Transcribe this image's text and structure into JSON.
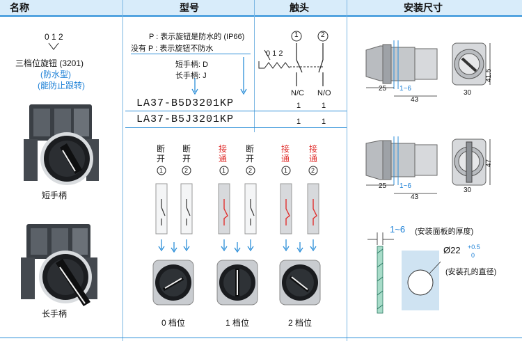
{
  "header": {
    "col_name": "名称",
    "col_model": "型号",
    "col_contact": "触头",
    "col_dims": "安装尺寸"
  },
  "name_col": {
    "positions_label": "0 1 2",
    "product_title": "三档位旋钮 (3201)",
    "waterproof": "(防水型)",
    "anti_tracking": "(能防止跟转)",
    "short_handle_label": "短手柄",
    "long_handle_label": "长手柄"
  },
  "model_col": {
    "legend_p": "P : 表示旋钮是防水的 (IP66)",
    "legend_no_p": "没有 P : 表示旋钮不防水",
    "short_handle_code": "短手柄: D",
    "long_handle_code": "长手柄: J",
    "model_1": "LA37-B5D3201KP",
    "model_2": "LA37-B5J3201KP"
  },
  "contact_col": {
    "contact_1": "1",
    "contact_2": "2",
    "positions": "0 1 2",
    "nc_label": "N/C",
    "no_label": "N/O",
    "model_1_nc": "1",
    "model_1_no": "1",
    "model_2_nc": "1",
    "model_2_no": "1"
  },
  "states": {
    "off": "断开",
    "on": "接通",
    "pos_0": "0 档位",
    "pos_1": "1 档位",
    "pos_2": "2 档位",
    "c1": "1",
    "c2": "2"
  },
  "dims": {
    "d25": "25",
    "d1_6": "1~6",
    "d43": "43",
    "d30": "30",
    "d41_5": "41.5",
    "d47": "47",
    "top_25": "25",
    "top_1_6": "1~6",
    "top_43": "43",
    "top_30": "30",
    "panel_thickness": "1~6",
    "panel_thickness_label": "(安装面板的厚度)",
    "hole_dia": "Ø22",
    "hole_tol_plus": "+0.5",
    "hole_tol_zero": "0",
    "hole_label": "(安装孔的直径)"
  },
  "colors": {
    "accent": "#2b8ed8",
    "header_bg": "#d8ecfa",
    "red": "#e0302e",
    "text_blue": "#1a7fd6"
  }
}
